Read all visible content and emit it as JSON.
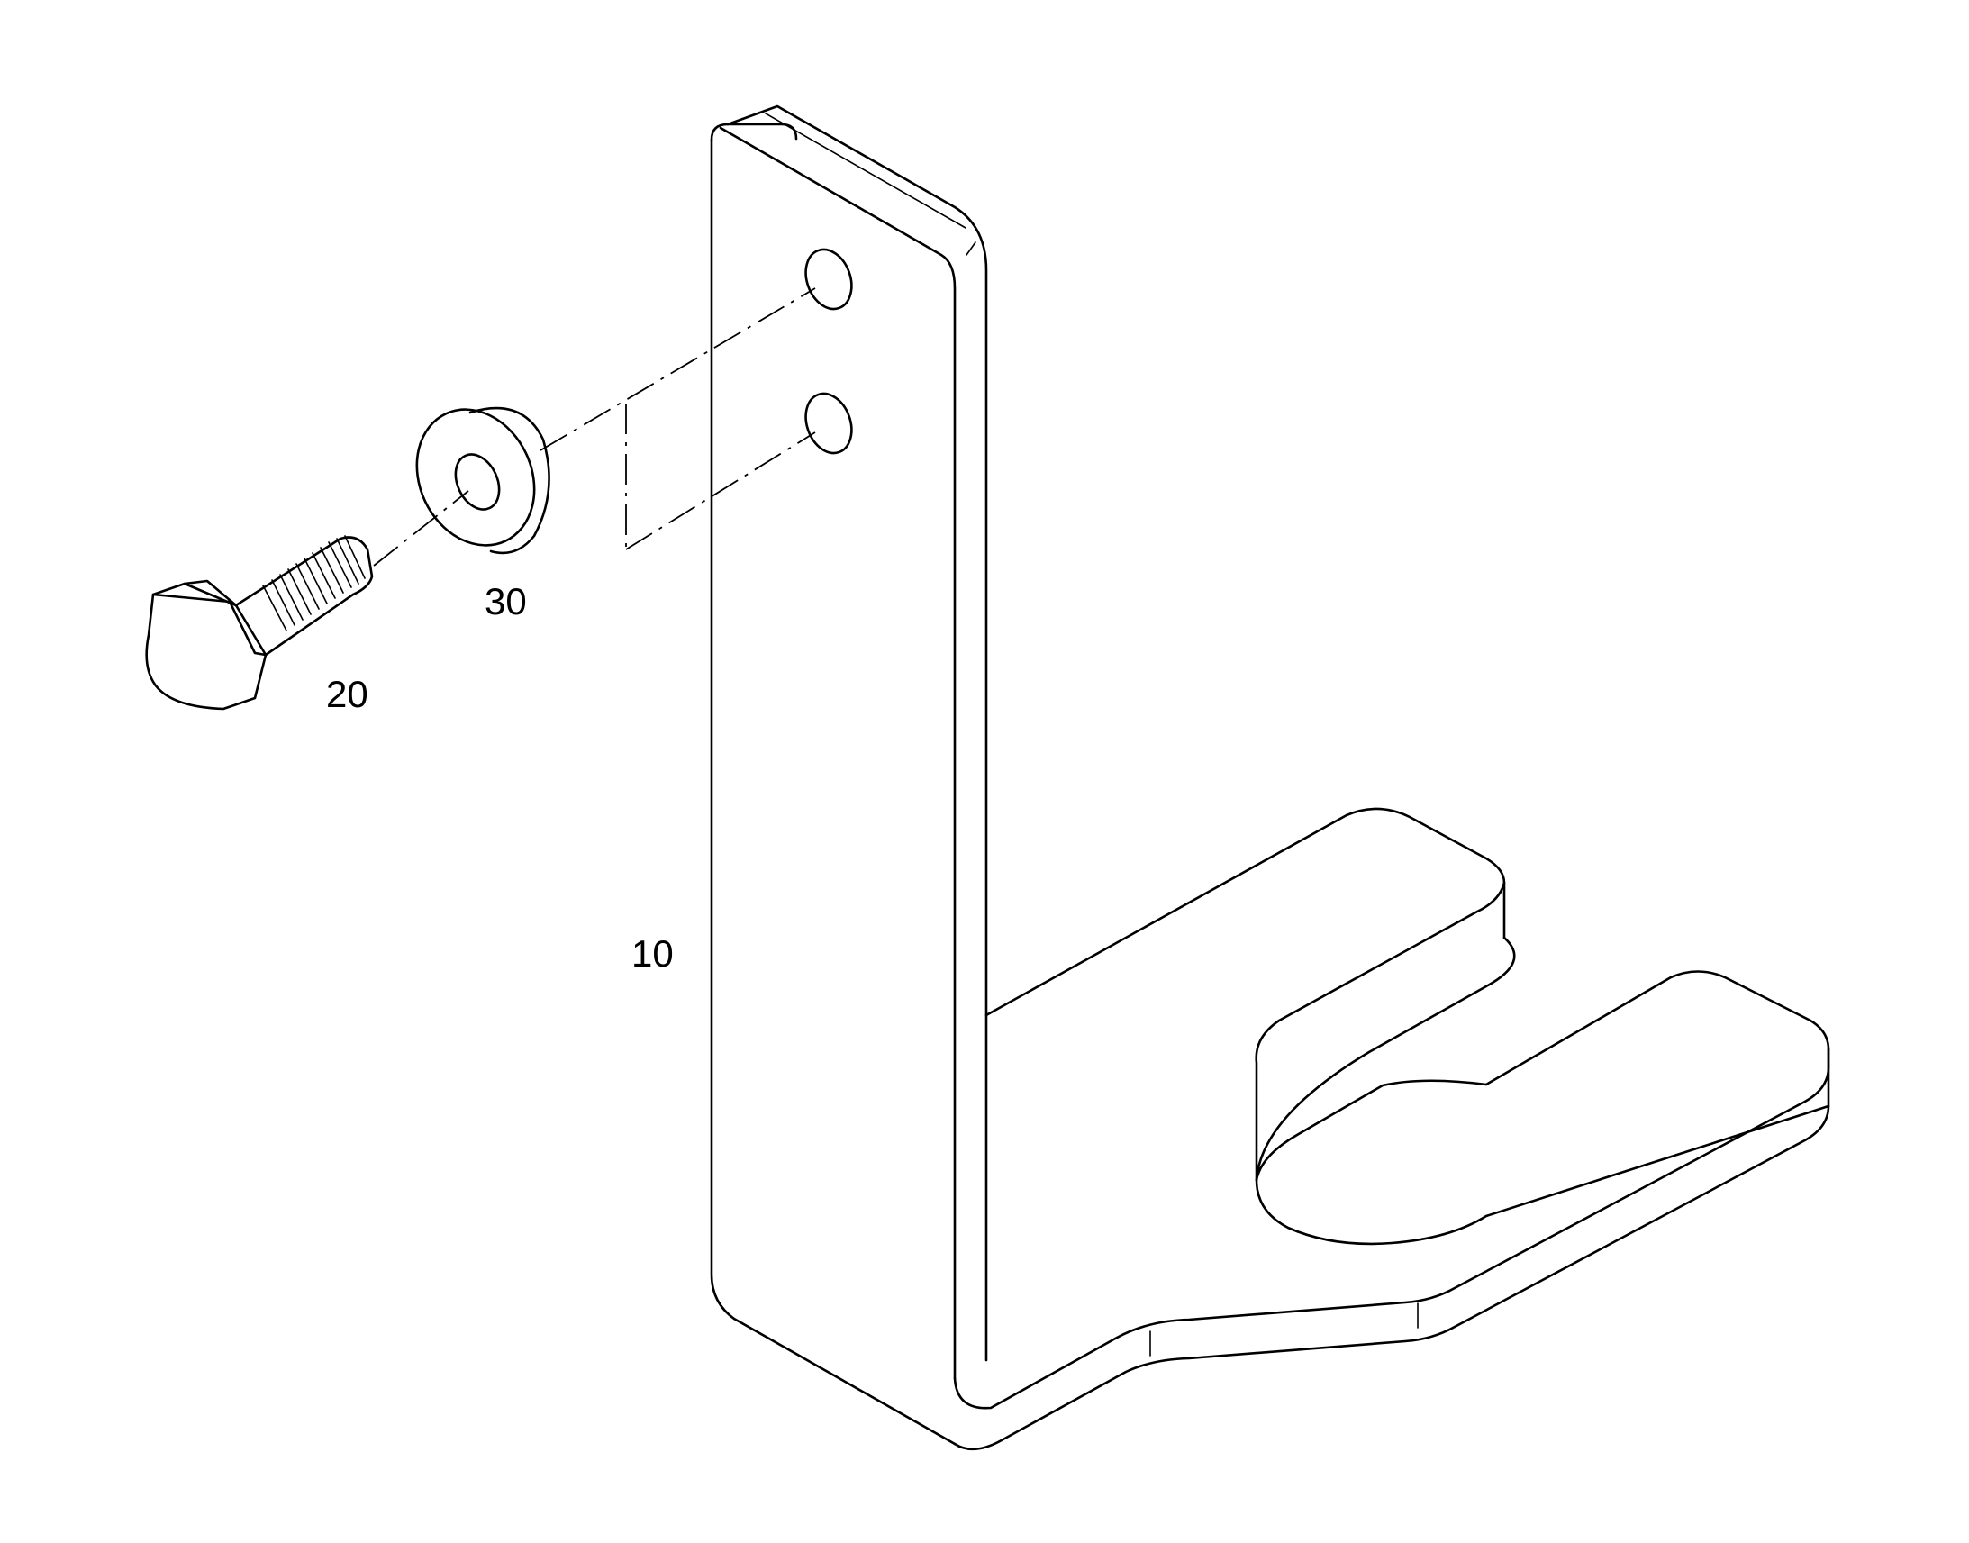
{
  "callouts": {
    "bracket": "10",
    "bolt": "20",
    "washer": "30"
  },
  "colors": {
    "background": "#ffffff",
    "line": "#000000"
  }
}
